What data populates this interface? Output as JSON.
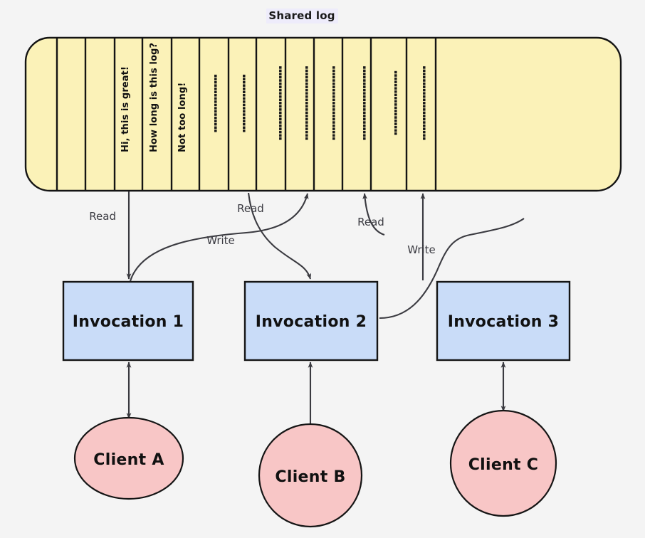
{
  "diagram": {
    "title": "Shared log",
    "type": "system-architecture",
    "background_color": "#f4f4f4",
    "colors": {
      "log_fill": "#fbf2b8",
      "invocation_fill": "#c9dcf8",
      "client_fill": "#f8c6c6",
      "stroke": "#141414",
      "edge": "#3a3a40",
      "title_highlight": "#eeecfb"
    }
  },
  "shared_log": {
    "label": "Shared log",
    "cells": [
      {
        "index": 0,
        "text": "",
        "obscured": false
      },
      {
        "index": 1,
        "text": "",
        "obscured": false
      },
      {
        "index": 2,
        "text": "",
        "obscured": false
      },
      {
        "index": 3,
        "text": "Hi, this is great!",
        "obscured": false
      },
      {
        "index": 4,
        "text": "How long is this log?",
        "obscured": false
      },
      {
        "index": 5,
        "text": "Not too long!",
        "obscured": false
      },
      {
        "index": 6,
        "text": "",
        "obscured": true
      },
      {
        "index": 7,
        "text": "",
        "obscured": true
      },
      {
        "index": 8,
        "text": "",
        "obscured": true
      },
      {
        "index": 9,
        "text": "",
        "obscured": true
      },
      {
        "index": 10,
        "text": "",
        "obscured": true
      },
      {
        "index": 11,
        "text": "",
        "obscured": true
      },
      {
        "index": 12,
        "text": "",
        "obscured": true
      },
      {
        "index": 13,
        "text": "",
        "obscured": true
      },
      {
        "index": 14,
        "text": "",
        "obscured": false
      }
    ]
  },
  "invocations": [
    {
      "id": "invocation-1",
      "label": "Invocation 1"
    },
    {
      "id": "invocation-2",
      "label": "Invocation 2"
    },
    {
      "id": "invocation-3",
      "label": "Invocation 3"
    }
  ],
  "clients": [
    {
      "id": "client-a",
      "label": "Client A"
    },
    {
      "id": "client-b",
      "label": "Client B"
    },
    {
      "id": "client-c",
      "label": "Client C"
    }
  ],
  "edges": [
    {
      "id": "edge-read-1",
      "label": "Read",
      "from": "shared-log",
      "to": "invocation-1"
    },
    {
      "id": "edge-write-1",
      "label": "Write",
      "from": "invocation-1",
      "to": "shared-log"
    },
    {
      "id": "edge-read-2",
      "label": "Read",
      "from": "shared-log",
      "to": "invocation-2"
    },
    {
      "id": "edge-read-3",
      "label": "Read",
      "from": "shared-log",
      "to": "invocation-3"
    },
    {
      "id": "edge-write-3",
      "label": "Write",
      "from": "invocation-3",
      "to": "shared-log"
    },
    {
      "id": "edge-inv1-clienta",
      "label": "",
      "from": "invocation-1",
      "to": "client-a"
    },
    {
      "id": "edge-inv2-clientb",
      "label": "",
      "from": "invocation-2",
      "to": "client-b"
    },
    {
      "id": "edge-inv3-clientc",
      "label": "",
      "from": "invocation-3",
      "to": "client-c"
    }
  ]
}
